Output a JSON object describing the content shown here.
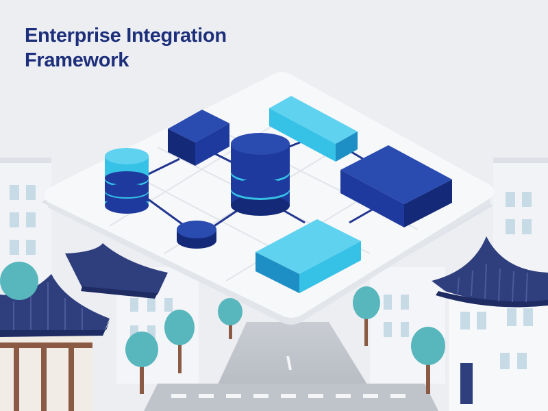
{
  "title": {
    "line1": "Enterprise Integration",
    "line2": "Framework"
  },
  "colors": {
    "background": "#eceef2",
    "title": "#1d2f7a",
    "navy": "#1e3a9e",
    "navy_dark": "#142a78",
    "cyan": "#36c1e6",
    "cyan_dark": "#1d8fc4",
    "platform": "#f7f8fa",
    "connector": "#22368f",
    "tree": "#58b6bd",
    "roof": "#2f3f7e",
    "wood": "#8a5a44"
  },
  "diagram": {
    "nodes": [
      {
        "name": "database-cylinder-small",
        "shape": "cylinder",
        "color": "cyan"
      },
      {
        "name": "database-cylinder-large",
        "shape": "cylinder",
        "color": "navy"
      },
      {
        "name": "service-block-top-left",
        "shape": "block",
        "color": "navy"
      },
      {
        "name": "service-block-top-right",
        "shape": "block",
        "color": "cyan"
      },
      {
        "name": "service-block-right",
        "shape": "block",
        "color": "navy"
      },
      {
        "name": "service-block-bottom",
        "shape": "block",
        "color": "cyan"
      },
      {
        "name": "hub-node",
        "shape": "disc",
        "color": "navy"
      }
    ]
  }
}
